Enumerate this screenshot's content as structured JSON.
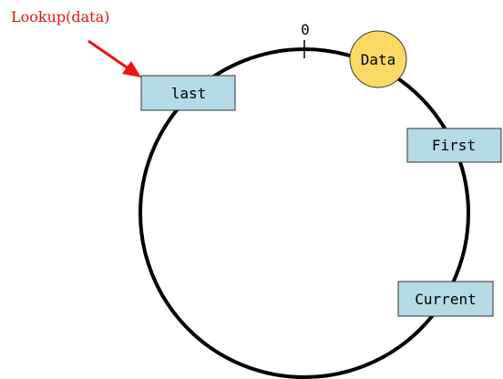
{
  "lookup": {
    "label": "Lookup(data)",
    "color": "#ee1111"
  },
  "ring": {
    "zero_label": "0"
  },
  "data_node": {
    "label": "Data",
    "fill": "#ffd966"
  },
  "nodes": {
    "last": "last",
    "first": "First",
    "current": "Current"
  },
  "node_fill": "#b4dbe6"
}
